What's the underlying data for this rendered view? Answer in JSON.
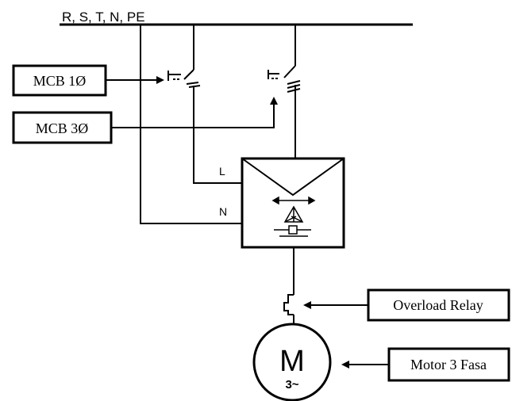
{
  "bus": {
    "label": "R, S, T, N, PE"
  },
  "callouts": {
    "mcb_1p": "MCB 1Ø",
    "mcb_3p": "MCB 3Ø",
    "overload_relay": "Overload Relay",
    "motor": "Motor 3 Fasa"
  },
  "terminals": {
    "line": "L",
    "neutral": "N"
  },
  "motor_symbol": {
    "letter": "M",
    "phase": "3~"
  }
}
